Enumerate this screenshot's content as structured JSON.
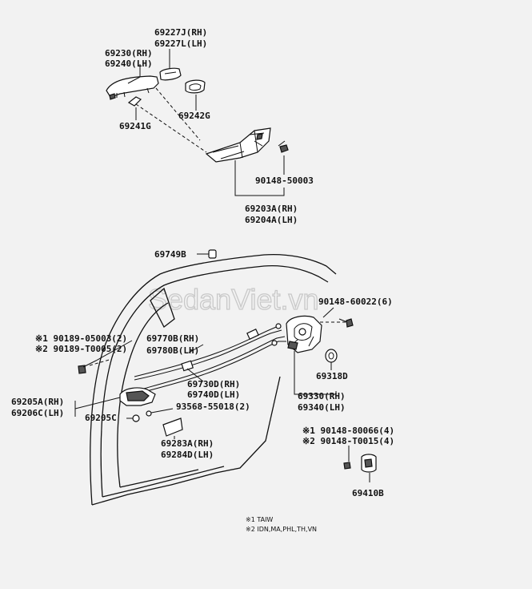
{
  "watermark": "SedanViet.vn",
  "labels": {
    "p69227j": "69227J(RH)",
    "p69227l": "69227L(LH)",
    "p69230": "69230(RH)",
    "p69240": "69240(LH)",
    "p69242g": "69242G",
    "p69241g": "69241G",
    "p90148_50003": "90148-50003",
    "p69203a": "69203A(RH)",
    "p69204a": "69204A(LH)",
    "p69749b": "69749B",
    "p90148_60022": "90148-60022(6)",
    "p90189_05003": "※1 90189-05003(2)",
    "p90189_t0005": "※2 90189-T0005(2)",
    "p69770b": "69770B(RH)",
    "p69780b": "69780B(LH)",
    "p69318d": "69318D",
    "p69730d": "69730D(RH)",
    "p69740d": "69740D(LH)",
    "p69330": "69330(RH)",
    "p69340": "69340(LH)",
    "p69205a": "69205A(RH)",
    "p69206c": "69206C(LH)",
    "p69205c": "69205C",
    "p93568_55018": "93568-55018(2)",
    "p90148_80066": "※1 90148-80066(4)",
    "p90148_t0015": "※2 90148-T0015(4)",
    "p69283a": "69283A(RH)",
    "p69284d": "69284D(LH)",
    "p69410b": "69410B"
  },
  "notes": {
    "note1": "※1 TAIW",
    "note2": "※2 IDN,MA,PHL,TH,VN"
  }
}
